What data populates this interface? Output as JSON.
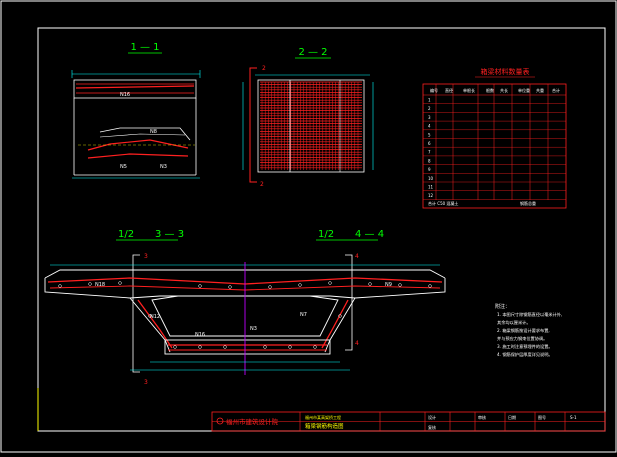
{
  "drawing": {
    "background": "#000000",
    "colors": {
      "frame": "#ffffff",
      "structure": "#ffffff",
      "rebar": "#ff2020",
      "dimension": "#00ffff",
      "accent": "#ffff00",
      "cut": "#00c000",
      "centerline": "#c000ff"
    },
    "sections": {
      "s11": "1 — 1",
      "s22": "2 — 2",
      "s33_prefix": "1/2",
      "s33": "3 — 3",
      "s44_prefix": "1/2",
      "s44": "4 — 4"
    },
    "cut_markers": {
      "m2_top": "2",
      "m2_bottom": "2",
      "m3_top": "3",
      "m3_bottom": "3",
      "m4_top": "4",
      "m4_bottom": "4"
    },
    "section_labels": {
      "s11_top": "N16",
      "s11_mid": "N8",
      "s11_bot_a": "N5",
      "s11_bot_b": "N3",
      "s33_left_top": "N18",
      "s33_web": "N12",
      "s33_bottom": "N16",
      "s33_center": "N3",
      "s33_right": "N7",
      "s33_right_b": "N9"
    },
    "table": {
      "title": "箱梁材料数量表",
      "headers": [
        "编号",
        "直径",
        "单根长",
        "根数",
        "共长",
        "单位重",
        "共重",
        "合计"
      ],
      "row_numbers": [
        "1",
        "2",
        "3",
        "4",
        "5",
        "6",
        "7",
        "8",
        "9",
        "10",
        "11",
        "12"
      ],
      "footer_left": "合计 C50 混凝土",
      "footer_right": "钢筋总重"
    },
    "notes": {
      "title": "附注：",
      "items": [
        "1. 本图尺寸除钢筋直径以毫米计外,",
        "   其余均以厘米计。",
        "2. 箱梁钢筋按设计要求布置,",
        "   并与预应力钢束位置协调。",
        "3. 施工时注意预埋件的设置。",
        "4. 钢筋保护层厚度详见说明。"
      ]
    },
    "title_block": {
      "institute": "福州市建筑设计院",
      "project": "福州市某高架桥工程",
      "drawing_title": "箱梁钢筋构造图",
      "col_design": "设计",
      "col_check": "复核",
      "col_review": "审核",
      "col_date": "日期",
      "col_sheet": "图号",
      "sheet_no": "S-1"
    }
  }
}
